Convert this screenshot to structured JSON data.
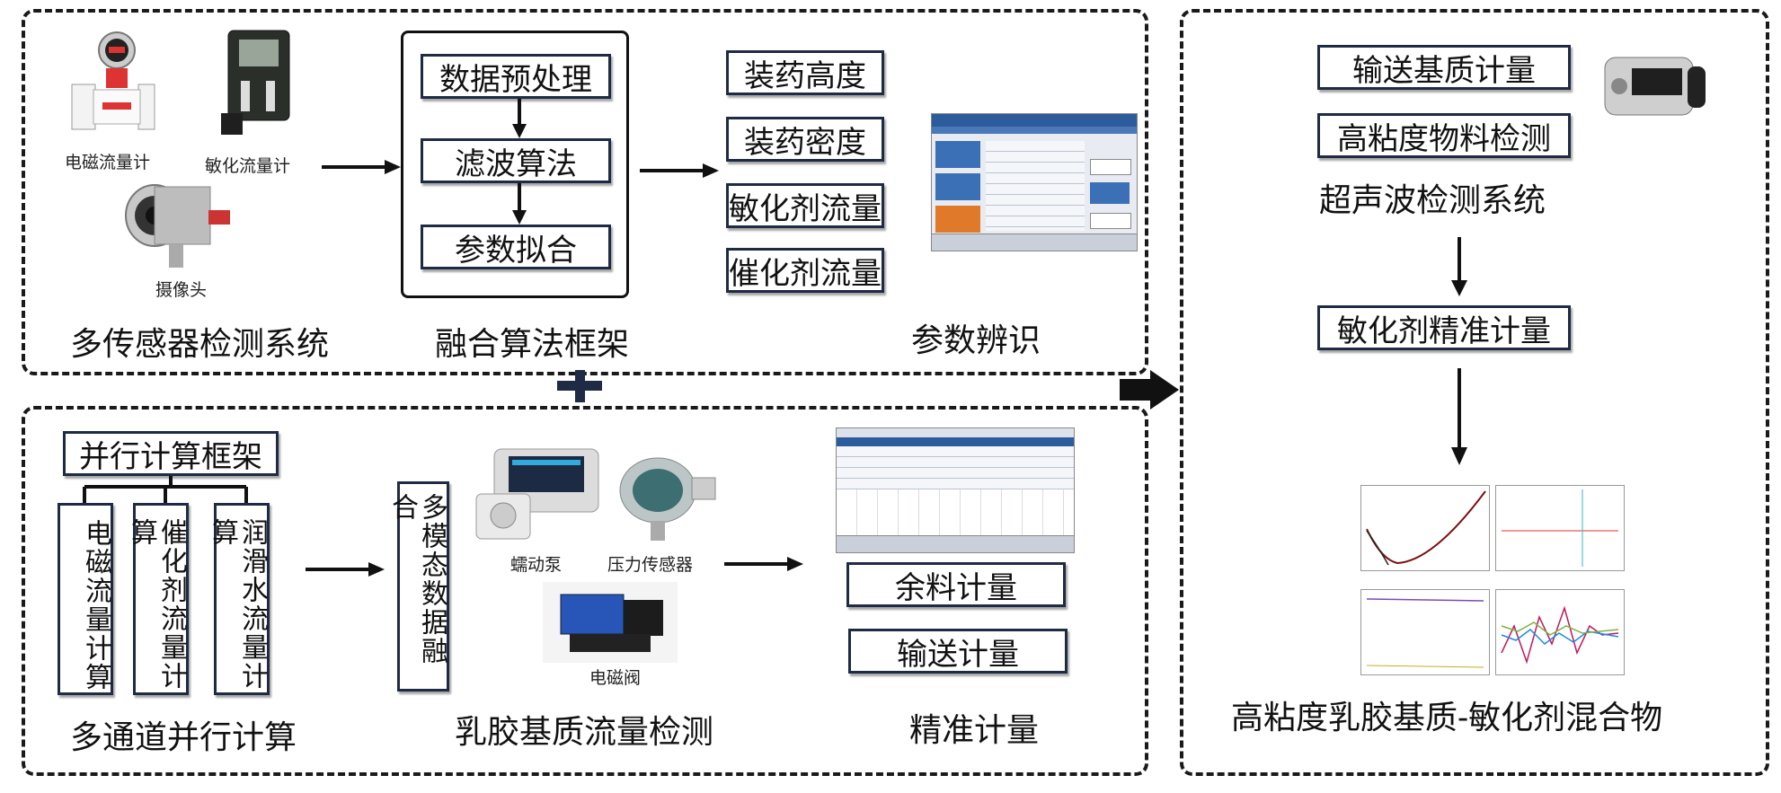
{
  "top_left": {
    "sensors": {
      "em_flowmeter": "电磁流量计",
      "sens_flowmeter": "敏化流量计",
      "camera": "摄像头",
      "title": "多传感器检测系统"
    },
    "fusion": {
      "steps": [
        "数据预处理",
        "滤波算法",
        "参数拟合"
      ],
      "title": "融合算法框架"
    },
    "params": {
      "items": [
        "装药高度",
        "装药密度",
        "敏化剂流量",
        "催化剂流量"
      ],
      "title": "参数辨识"
    }
  },
  "bottom_left": {
    "parallel": {
      "header": "并行计算框架",
      "columns": [
        "电磁流量计算",
        "催化剂流量计算",
        "润滑水流量计算"
      ],
      "title": "多通道并行计算"
    },
    "latex": {
      "fusion": "多模态数据融合",
      "pump": "蠕动泵",
      "pressure": "压力传感器",
      "valve": "电磁阀",
      "title": "乳胶基质流量检测"
    },
    "metering": {
      "items": [
        "余料计量",
        "输送计量"
      ],
      "title": "精准计量"
    }
  },
  "right": {
    "items": [
      "输送基质计量",
      "高粘度物料检测"
    ],
    "system": "超声波检测系统",
    "precise": "敏化剂精准计量",
    "title": "高粘度乳胶基质-敏化剂混合物"
  },
  "colors": {
    "border": "#1a1a1a",
    "box_border": "#1f2a44",
    "screen_header": "#2d5c9c",
    "accent_orange": "#e07a2a"
  }
}
